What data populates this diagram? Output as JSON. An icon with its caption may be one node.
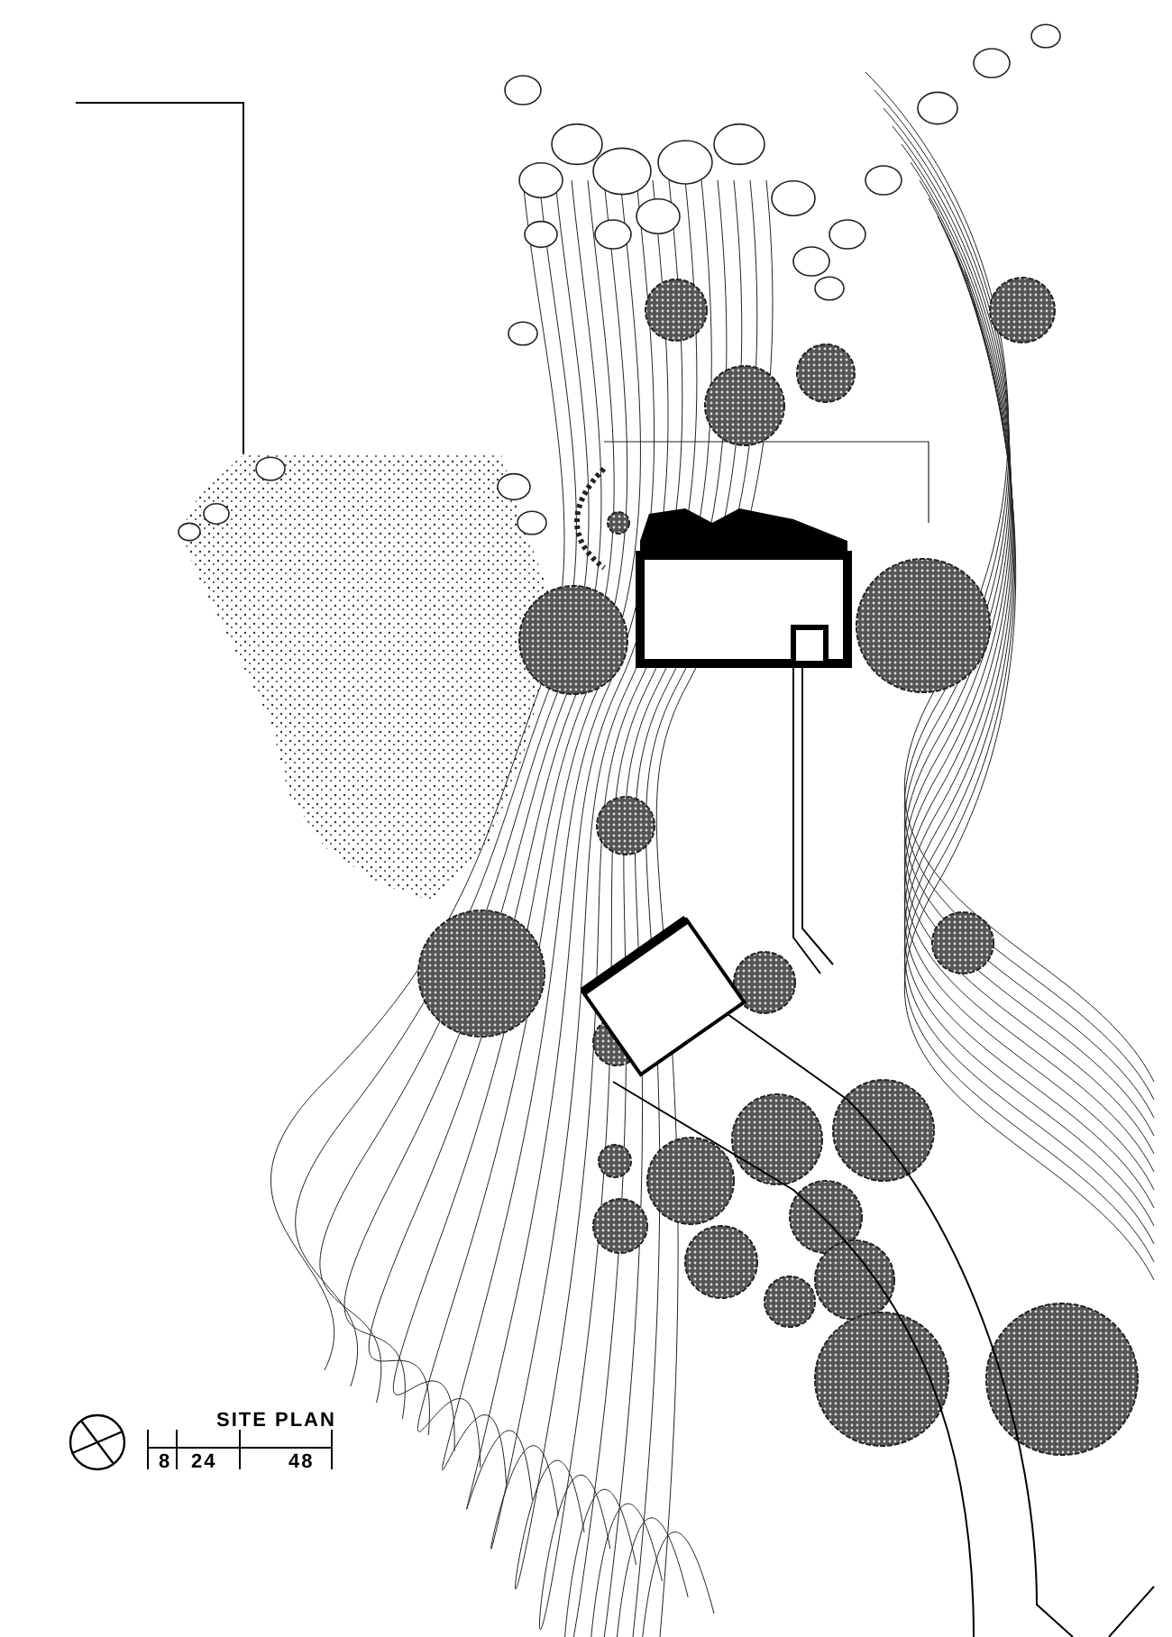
{
  "diagram": {
    "title": "SITE PLAN",
    "labels": [
      "8",
      "24",
      "48"
    ]
  }
}
